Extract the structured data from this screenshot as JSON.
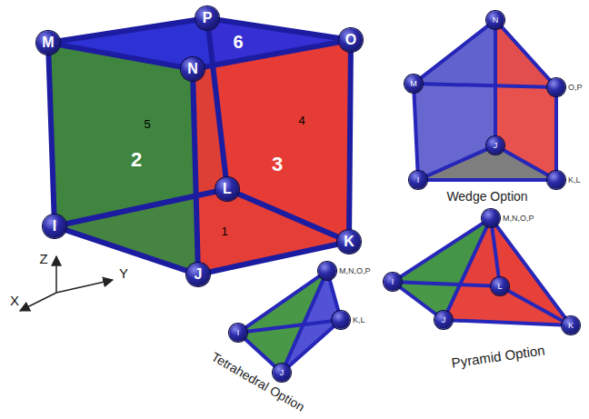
{
  "diagram": {
    "nodes": [
      {
        "text": [
          "M"
        ]
      },
      {
        "text": [
          "P"
        ]
      },
      {
        "text": [
          "N"
        ]
      },
      {
        "text": [
          "O"
        ]
      },
      {
        "text": [
          "I"
        ]
      },
      {
        "text": [
          "J"
        ]
      },
      {
        "text": [
          "K"
        ]
      },
      {
        "text": [
          "L"
        ]
      },
      {
        "text": [
          "N"
        ]
      },
      {
        "text": [
          "M"
        ]
      },
      {
        "text": [
          "O,P"
        ]
      },
      {
        "text": [
          "J"
        ]
      },
      {
        "text": [
          "I"
        ]
      },
      {
        "text": [
          "K,L"
        ]
      },
      {
        "text": [
          "M,N,O,P"
        ]
      },
      {
        "text": [
          "I"
        ]
      },
      {
        "text": [
          "J"
        ]
      },
      {
        "text": [
          "L"
        ]
      },
      {
        "text": [
          "K"
        ]
      },
      {
        "text": [
          "M,N,O,P"
        ]
      },
      {
        "text": [
          "I"
        ]
      },
      {
        "text": [
          "K,L"
        ]
      },
      {
        "text": [
          "J"
        ]
      }
    ],
    "edges": [
      {
        "from": 0,
        "to": 1,
        "arrow": "none"
      },
      {
        "from": 1,
        "to": 3,
        "arrow": "none"
      },
      {
        "from": 3,
        "to": 2,
        "arrow": "none"
      },
      {
        "from": 2,
        "to": 0,
        "arrow": "none"
      },
      {
        "from": 4,
        "to": 5,
        "arrow": "none"
      },
      {
        "from": 5,
        "to": 6,
        "arrow": "none"
      },
      {
        "from": 6,
        "to": 7,
        "arrow": "none"
      },
      {
        "from": 7,
        "to": 4,
        "arrow": "none"
      },
      {
        "from": 0,
        "to": 4,
        "arrow": "none"
      },
      {
        "from": 2,
        "to": 5,
        "arrow": "none"
      },
      {
        "from": 3,
        "to": 6,
        "arrow": "none"
      },
      {
        "from": 1,
        "to": 7,
        "arrow": "none"
      },
      {
        "from": 9,
        "to": 8,
        "arrow": "none"
      },
      {
        "from": 8,
        "to": 10,
        "arrow": "none"
      },
      {
        "from": 9,
        "to": 10,
        "arrow": "none"
      },
      {
        "from": 12,
        "to": 11,
        "arrow": "none"
      },
      {
        "from": 11,
        "to": 13,
        "arrow": "none"
      },
      {
        "from": 12,
        "to": 13,
        "arrow": "none"
      },
      {
        "from": 9,
        "to": 12,
        "arrow": "none"
      },
      {
        "from": 8,
        "to": 11,
        "arrow": "none"
      },
      {
        "from": 10,
        "to": 13,
        "arrow": "none"
      },
      {
        "from": 14,
        "to": 15,
        "arrow": "none"
      },
      {
        "from": 14,
        "to": 16,
        "arrow": "none"
      },
      {
        "from": 14,
        "to": 17,
        "arrow": "none"
      },
      {
        "from": 14,
        "to": 18,
        "arrow": "none"
      },
      {
        "from": 15,
        "to": 16,
        "arrow": "none"
      },
      {
        "from": 16,
        "to": 18,
        "arrow": "none"
      },
      {
        "from": 18,
        "to": 17,
        "arrow": "none"
      },
      {
        "from": 17,
        "to": 15,
        "arrow": "none"
      },
      {
        "from": 19,
        "to": 20,
        "arrow": "none"
      },
      {
        "from": 19,
        "to": 22,
        "arrow": "none"
      },
      {
        "from": 19,
        "to": 21,
        "arrow": "none"
      },
      {
        "from": 20,
        "to": 22,
        "arrow": "none"
      },
      {
        "from": 22,
        "to": 21,
        "arrow": "none"
      },
      {
        "from": 20,
        "to": 21,
        "arrow": "none"
      }
    ],
    "labels": [
      "Z",
      "X",
      "Y",
      "6",
      "5",
      "2",
      "4",
      "3",
      "1",
      "Wedge Option",
      "Pyramid Option",
      "Tetrahedral Option"
    ]
  }
}
